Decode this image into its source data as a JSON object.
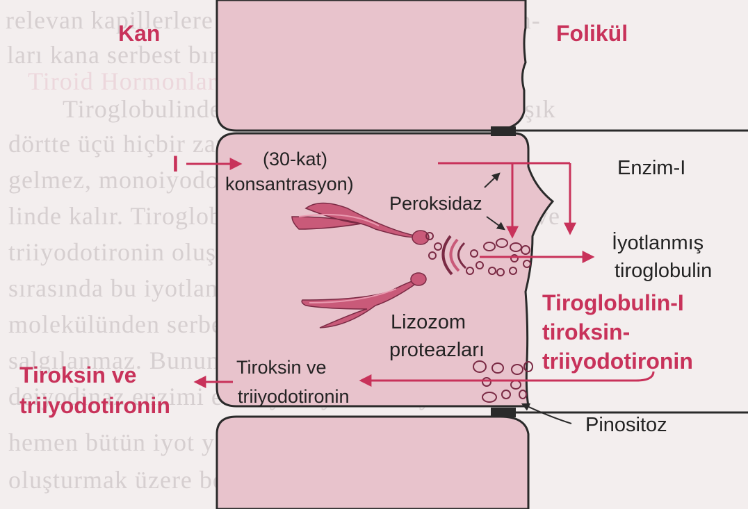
{
  "background_text": [
    "relevan kapillerlere geçer. Böylece tiroid hormon-",
    "ları kana serbest bırakılır.",
    "Tiroid Hormonlarının Sentezi ve Salınımı",
    "Tiroglobulindeki iyotlanmış tirozinin yaklaşık",
    "dörtte üçü hiçbir zaman hormon haline",
    "gelmez, monoiyodotirozin ve diiyodotirozin şek-",
    "linde kalır. Tiroglobulinin parçalanması, tiroksin ve",
    "triiyodotironin oluşturmak üzere sindirimi",
    "sırasında bu iyotlanmış tirozinler de tiroglobulin",
    "molekülünden serbestleşir. Fakat bunlar kana",
    "salgılanmaz. Bunun yerine iyot, bir deiyodinaz",
    "deiyodinaz enzimi etkisiyle ayrılarak iyodürü",
    "hemen bütün iyot yeniden tiroid hormonu",
    "oluşturmak üzere bez tarafından yeniden kullan-"
  ],
  "labels": {
    "kan": "Kan",
    "folikul": "Folikül",
    "iodide": "I",
    "concentration_1": "(30-kat)",
    "concentration_2": "konsantrasyon)",
    "peroksidaz": "Peroksidaz",
    "enzim": "Enzim-I",
    "iyotlanmis_1": "İyotlanmış",
    "iyotlanmis_2": "tiroglobulin",
    "tg_line1": "Tiroglobulin-I",
    "tg_line2": "tiroksin-",
    "tg_line3": "triiyodotironin",
    "lizozom_1": "Lizozom",
    "lizozom_2": "proteazları",
    "t4t3_inner_1": "Tiroksin ve",
    "t4t3_inner_2": "triiyodotironin",
    "t4t3_outer_1": "Tiroksin ve",
    "t4t3_outer_2": "triiyodotironin",
    "pinositoz": "Pinositoz"
  },
  "colors": {
    "cell_fill": "#e8c3cc",
    "cell_stroke": "#2a2a2a",
    "organelle": "#c95a79",
    "arrow": "#c8325a",
    "label_red": "#c8325a"
  }
}
